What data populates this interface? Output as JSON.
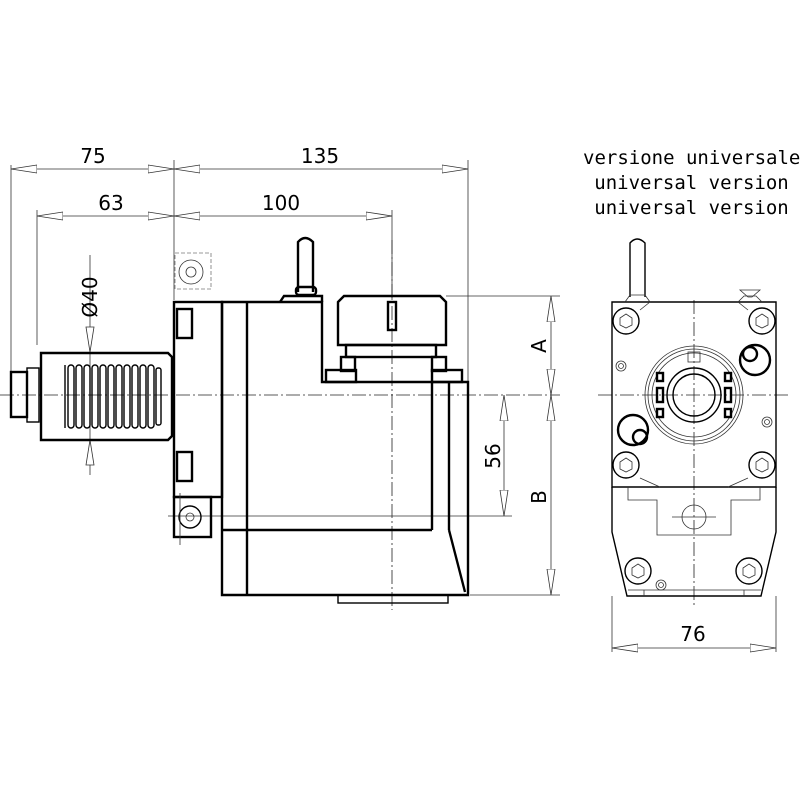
{
  "title_block": {
    "lines": [
      "versione universale",
      "universal version",
      "universal version"
    ]
  },
  "side_view": {
    "dimensions": {
      "overall_left": "75",
      "overall_right": "135",
      "shank_length": "63",
      "spindle_offset": "100",
      "shank_diameter": "Ø40",
      "center_offset": "56",
      "height_upper": "A",
      "height_lower": "B"
    }
  },
  "front_view": {
    "dimensions": {
      "width": "76"
    }
  },
  "colors": {
    "line": "#000000",
    "background": "#ffffff"
  }
}
